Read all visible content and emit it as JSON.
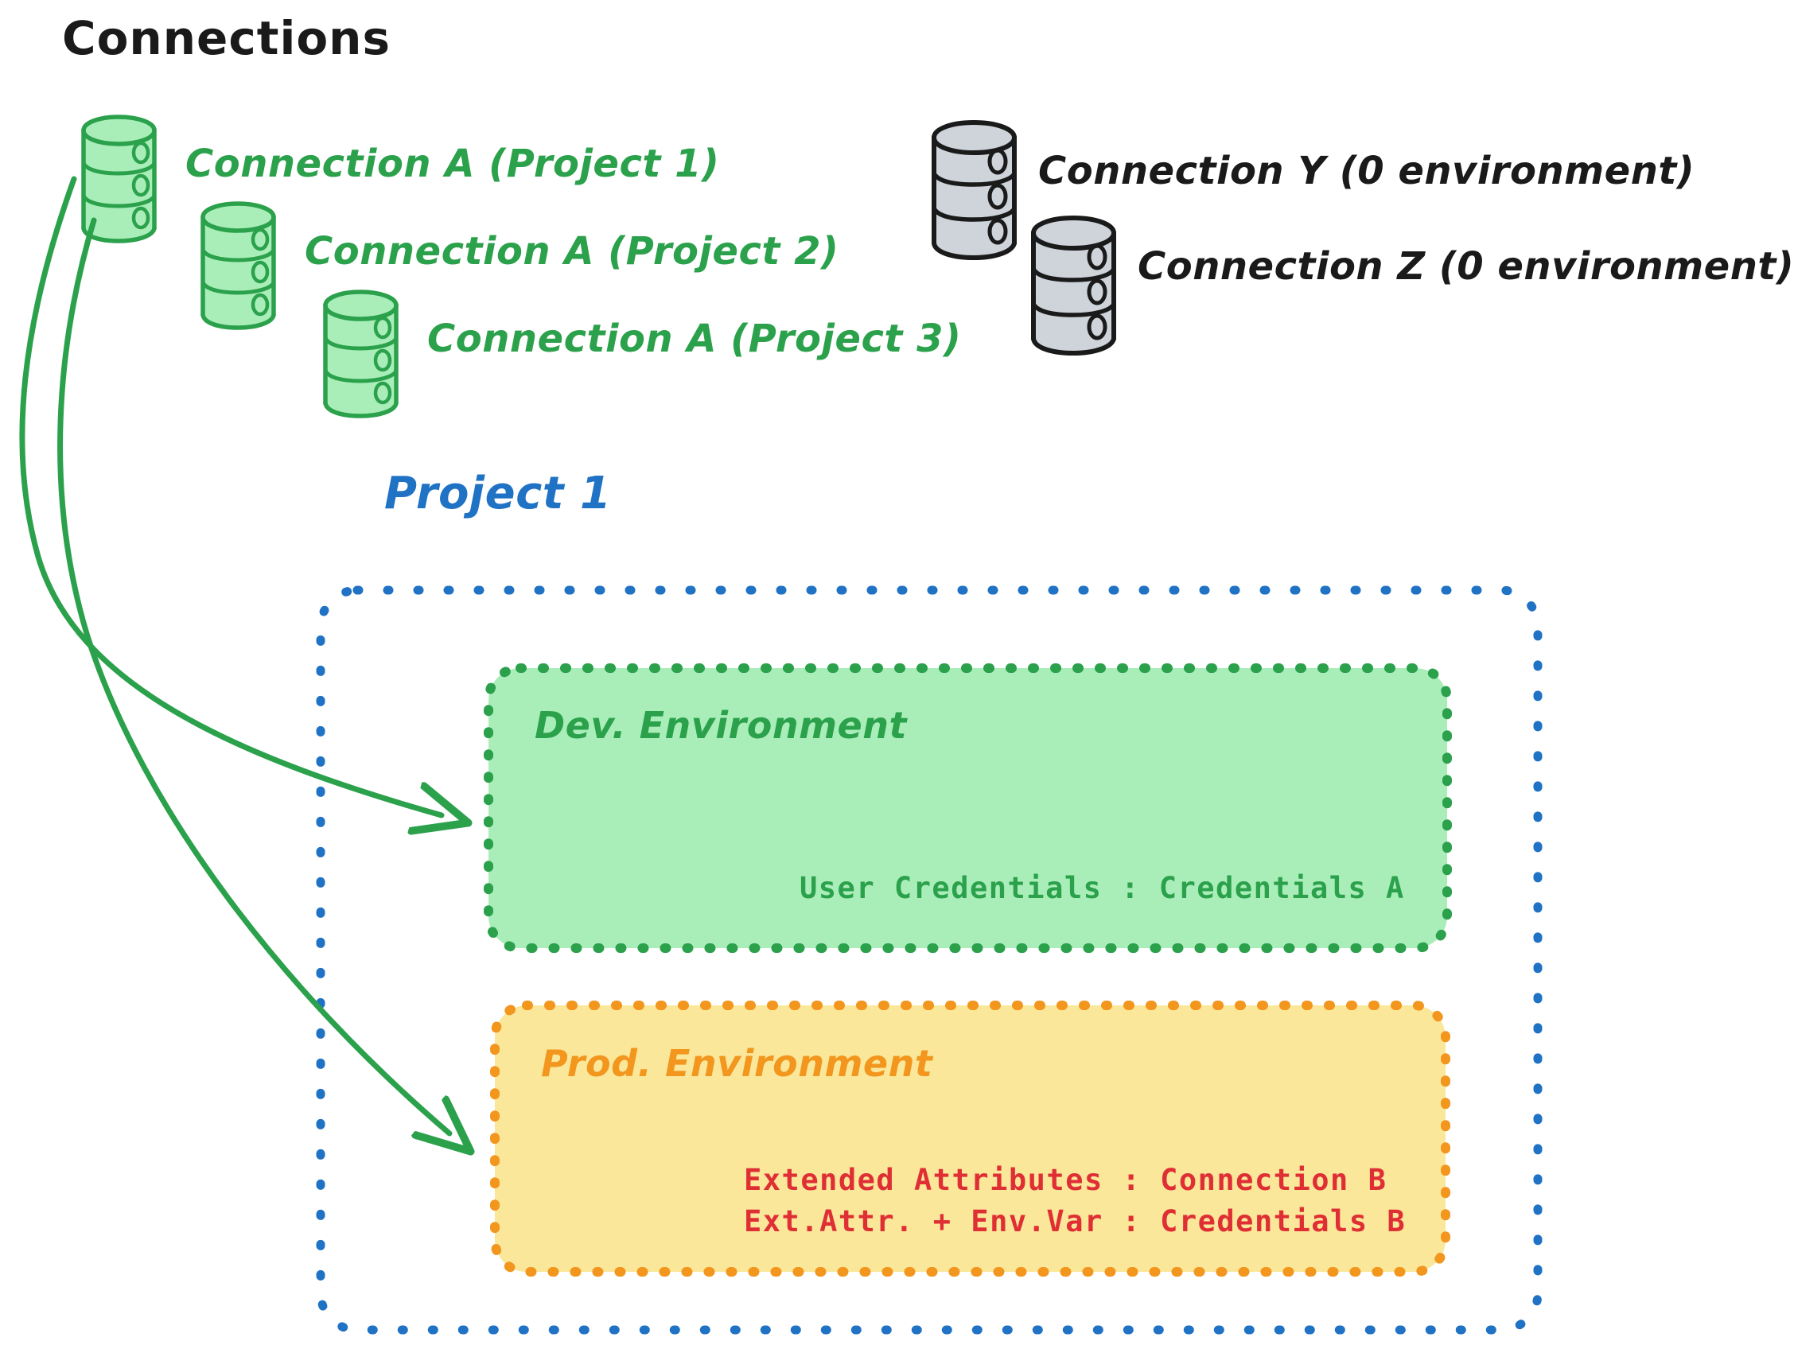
{
  "diagram": {
    "title": "Connections",
    "title_color": "#1a1a1a",
    "background": "#ffffff"
  },
  "connections": {
    "green": {
      "stroke": "#2ba14c",
      "fill": "#a9eeb9",
      "items": [
        {
          "icon": "database-cylinder-icon",
          "label": "Connection A (Project 1)"
        },
        {
          "icon": "database-cylinder-icon",
          "label": "Connection A (Project 2)"
        },
        {
          "icon": "database-cylinder-icon",
          "label": "Connection A (Project 3)"
        }
      ]
    },
    "gray": {
      "stroke": "#1a1a1a",
      "fill": "#ced4da",
      "items": [
        {
          "icon": "database-cylinder-icon",
          "label": "Connection Y (0 environment)"
        },
        {
          "icon": "database-cylinder-icon",
          "label": "Connection Z (0 environment)"
        }
      ]
    }
  },
  "project": {
    "label": "Project 1",
    "color": "#1f72c4",
    "border_style": "dotted",
    "environments": [
      {
        "name": "dev-environment",
        "label": "Dev. Environment",
        "border_color": "#2ba14c",
        "fill_color": "#a9eeb9",
        "text_color": "#2ba14c",
        "detail_color": "#2ba14c",
        "details": [
          "User Credentials : Credentials A"
        ]
      },
      {
        "name": "prod-environment",
        "label": "Prod. Environment",
        "border_color": "#f2961e",
        "fill_color": "#fbe79a",
        "text_color": "#f2961e",
        "detail_color": "#df2f35",
        "details": [
          "Extended Attributes : Connection B",
          "Ext.Attr. + Env.Var : Credentials B"
        ]
      }
    ]
  },
  "arrows": [
    {
      "name": "arrow-connection-a-to-dev",
      "color": "#2ba14c",
      "from": "Connection A (Project 1)",
      "to": "Dev. Environment"
    },
    {
      "name": "arrow-connection-a-to-prod",
      "color": "#2ba14c",
      "from": "Connection A (Project 1)",
      "to": "Prod. Environment"
    }
  ]
}
